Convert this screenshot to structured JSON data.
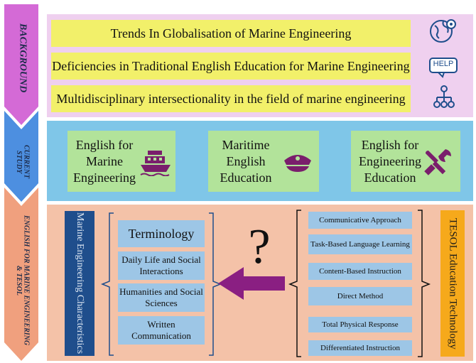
{
  "side_labels": {
    "background": "BACKGROUND",
    "current_study": "CURRENT STUDY",
    "english_tesol": "ENGLISH FOR MARINE ENGINEERING & TESOL"
  },
  "background": {
    "items": [
      "Trends In Globalisation of Marine Engineering",
      "Deficiencies in Traditional English Education for Marine Engineering",
      "Multidisciplinary intersectionality in the field of marine engineering"
    ],
    "icons": [
      "globe-gear-icon",
      "help-icon",
      "hierarchy-icon"
    ],
    "help_text": "HELP"
  },
  "current_study": {
    "items": [
      {
        "label": "English for Marine Engineering",
        "icon": "ship-icon"
      },
      {
        "label": "Maritime English Education",
        "icon": "captain-hat-icon"
      },
      {
        "label": "English for Engineering Education",
        "icon": "tools-icon"
      }
    ]
  },
  "tesol": {
    "left_title": "Marine Engineering Characteristics",
    "characteristics": [
      "Terminology",
      "Daily Life and Social Interactions",
      "Humanities and Social Sciences",
      "Written Communication"
    ],
    "question_mark": "?",
    "methods": [
      "Communicative Approach",
      "Task-Based Language Learning",
      "Content-Based Instruction",
      "Direct Method",
      "Total Physical Response",
      "Differentiated Instruction"
    ],
    "right_title": "TESOL Education Technology"
  },
  "colors": {
    "arrow1": "#d46ad6",
    "arrow2": "#4d8fe0",
    "arrow3": "#f0a07e",
    "panel1": "#efd0ef",
    "panel2": "#7fc6e8",
    "panel3": "#f4c2a8",
    "yellow": "#f2f06a",
    "green": "#b2e39a",
    "blue_box": "#9dc6e6",
    "navy": "#1f4e8c",
    "orange": "#f6a91b",
    "purple_arrow": "#8a1f82"
  }
}
